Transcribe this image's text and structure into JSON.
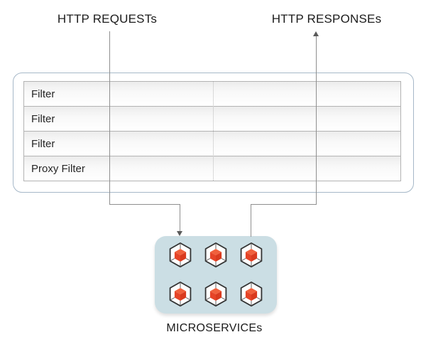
{
  "labels": {
    "http_requests": "HTTP REQUESTs",
    "http_responses": "HTTP RESPONSEs",
    "microservices": "MICROSERVICEs"
  },
  "filter_stack": {
    "rows": [
      {
        "label": "Filter"
      },
      {
        "label": "Filter"
      },
      {
        "label": "Filter"
      },
      {
        "label": "Proxy Filter"
      }
    ]
  },
  "microservices": {
    "icon": "cube-3d-icon",
    "count": 6,
    "grid": {
      "rows": 2,
      "cols": 3
    }
  },
  "colors": {
    "container_border": "#a6b8c8",
    "table_border": "#b3b3b3",
    "row_gradient_top": "#ececec",
    "row_gradient_bottom": "#ffffff",
    "microservices_bg": "#cbdee4",
    "cube_outline": "#333333",
    "cube_red_top": "#f0603c",
    "cube_red_left": "#e64427",
    "cube_red_right": "#d93a1e",
    "connector_line": "#8f8f8f",
    "arrowhead": "#5a5a5a",
    "text": "#1b1b1b"
  }
}
